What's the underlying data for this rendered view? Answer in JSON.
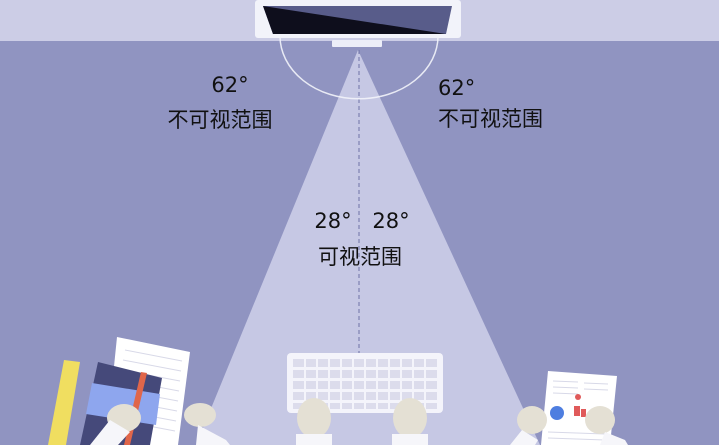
{
  "colors": {
    "wall": "#cccde6",
    "desk": "#9094c1",
    "cone": "#c6c8e4",
    "monitor_frame": "#f2f3fa",
    "screen_dark": "#0e0e1c",
    "screen_light": "#585c8a",
    "text": "#111111"
  },
  "labels": {
    "left_angle": "62°",
    "left_caption": "不可视范围",
    "right_angle": "62°",
    "right_caption": "不可视范围",
    "center_left_angle": "28°",
    "center_right_angle": "28°",
    "center_caption": "可视范围"
  }
}
